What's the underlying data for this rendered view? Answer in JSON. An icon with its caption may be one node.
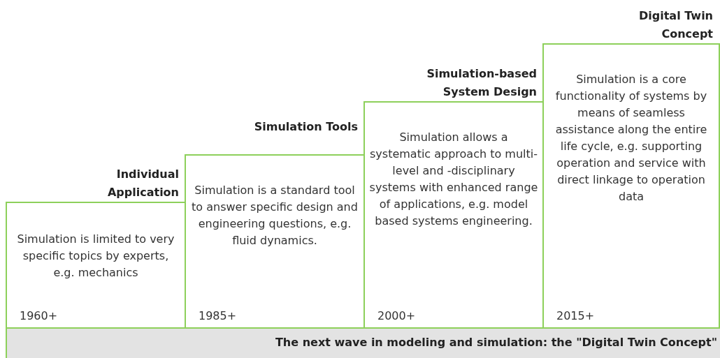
{
  "diagram": {
    "nodes": [
      {
        "text": [
          "Individual Application",
          "Simulation is limited to very specific topics by experts, e.g. mechanics",
          "1960+"
        ]
      },
      {
        "text": [
          "Simulation Tools",
          "Simulation is a standard tool to answer specific design and engineering questions, e.g. fluid dynamics.",
          "1985+"
        ]
      },
      {
        "text": [
          "Simulation-based System Design",
          "Simulation allows a systematic approach to multi-level and -disciplinary systems with enhanced range of applications, e.g. model based systems engineering.",
          "2000+"
        ]
      },
      {
        "text": [
          "Digital Twin Concept",
          "Simulation is a core functionality of systems by means of seamless assistance along the entire life cycle, e.g. supporting operation and service with direct linkage to operation data",
          "2015+"
        ]
      },
      {
        "text": [
          "The next wave in modeling and simulation: the \"Digital Twin Concept\""
        ]
      }
    ],
    "edges": []
  }
}
